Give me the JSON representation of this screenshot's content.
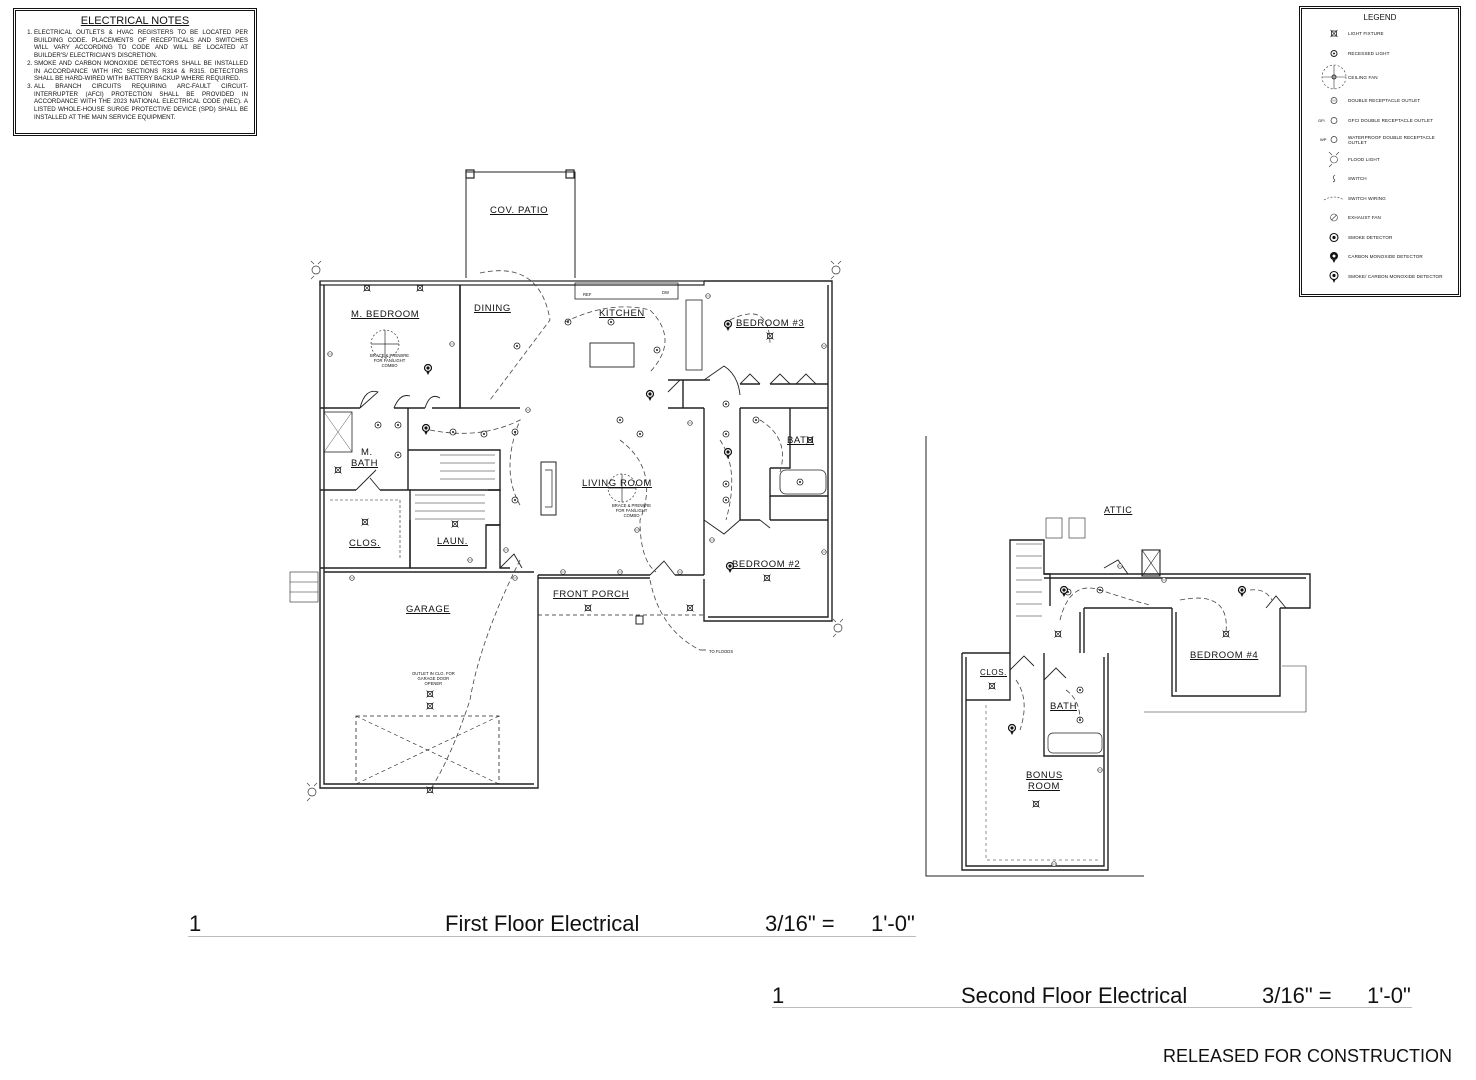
{
  "notes": {
    "title": "ELECTRICAL NOTES",
    "items": [
      "ELECTRICAL OUTLETS & HVAC REGISTERS TO BE LOCATED PER BUILDING CODE. PLACEMENTS OF RECEPTICALS AND SWITCHES WILL VARY ACCORDING TO CODE AND WILL BE LOCATED AT BUILDER'S/ ELECTRICIAN'S DISCRETION.",
      "SMOKE AND CARBON MONOXIDE DETECTORS SHALL BE INSTALLED IN ACCORDANCE WITH IRC SECTIONS R314 & R315. DETECTORS SHALL BE HARD-WIRED WITH BATTERY BACKUP WHERE REQUIRED.",
      "ALL BRANCH CIRCUITS REQUIRING ARC-FAULT CIRCUIT-INTERRUPTER (AFCI) PROTECTION SHALL BE PROVIDED IN ACCORDANCE WITH THE 2023 NATIONAL ELECTRICAL CODE (NEC). A LISTED WHOLE-HOUSE SURGE PROTECTIVE DEVICE (SPD) SHALL BE INSTALLED AT THE MAIN SERVICE EQUIPMENT."
    ]
  },
  "legend": {
    "title": "LEGEND",
    "items": [
      {
        "icon": "light-fixture-icon",
        "label": "LIGHT FIXTURE"
      },
      {
        "icon": "recessed-light-icon",
        "label": "RECESSED LIGHT"
      },
      {
        "icon": "ceiling-fan-icon",
        "label": "CEILING FAN"
      },
      {
        "icon": "double-receptacle-icon",
        "label": "DOUBLE RECEPTACLE OUTLET"
      },
      {
        "icon": "gfci-receptacle-icon",
        "label": "GFCI DOUBLE RECEPTACLE OUTLET",
        "tag": "GFI"
      },
      {
        "icon": "waterproof-receptacle-icon",
        "label": "WATERPROOF DOUBLE RECEPTACLE OUTLET",
        "tag": "WP"
      },
      {
        "icon": "flood-light-icon",
        "label": "FLOOD LIGHT"
      },
      {
        "icon": "switch-icon",
        "label": "SWITCH"
      },
      {
        "icon": "switch-wiring-icon",
        "label": "SWITCH WIRING"
      },
      {
        "icon": "exhaust-fan-icon",
        "label": "EXHAUST FAN"
      },
      {
        "icon": "smoke-detector-icon",
        "label": "SMOKE DETECTOR"
      },
      {
        "icon": "co-detector-icon",
        "label": "CARBON MONOXIDE DETECTOR"
      },
      {
        "icon": "smoke-co-detector-icon",
        "label": "SMOKE/ CARBON MONOXIDE DETECTOR"
      }
    ]
  },
  "first_floor": {
    "rooms": {
      "cov_patio": "COV. PATIO",
      "m_bedroom": "M. BEDROOM",
      "dining": "DINING",
      "kitchen": "KITCHEN",
      "bedroom3": "BEDROOM #3",
      "m_bath_1": "M.",
      "m_bath_2": "BATH",
      "bath": "BATH",
      "living_room": "LIVING ROOM",
      "clos": "CLOS.",
      "laun": "LAUN.",
      "bedroom2": "BEDROOM #2",
      "garage": "GARAGE",
      "front_porch": "FRONT PORCH"
    },
    "notes": {
      "brace_mbed_1": "BRACE & PREWIRE",
      "brace_mbed_2": "FOR FAN/LIGHT",
      "brace_mbed_3": "COMBO",
      "brace_living_1": "BRACE & PREWIRE",
      "brace_living_2": "FOR FAN/LIGHT",
      "brace_living_3": "COMBO",
      "garage_outlet_1": "OUTLET IN CLG. FOR",
      "garage_outlet_2": "GARAGE DOOR",
      "garage_outlet_3": "OPENER",
      "to_floods": "TO FLOODS",
      "ref": "REF",
      "dw": "DW"
    }
  },
  "second_floor": {
    "rooms": {
      "attic": "ATTIC",
      "bedroom4": "BEDROOM #4",
      "clos": "CLOS.",
      "bath": "BATH",
      "bonus_1": "BONUS",
      "bonus_2": "ROOM"
    }
  },
  "titles": {
    "first": {
      "number": "1",
      "title": "First Floor Electrical",
      "scale_left": "3/16\" =",
      "scale_right": "1'-0\""
    },
    "second": {
      "number": "1",
      "title": "Second Floor Electrical",
      "scale_left": "3/16\" =",
      "scale_right": "1'-0\""
    }
  },
  "status": "RELEASED FOR CONSTRUCTION"
}
